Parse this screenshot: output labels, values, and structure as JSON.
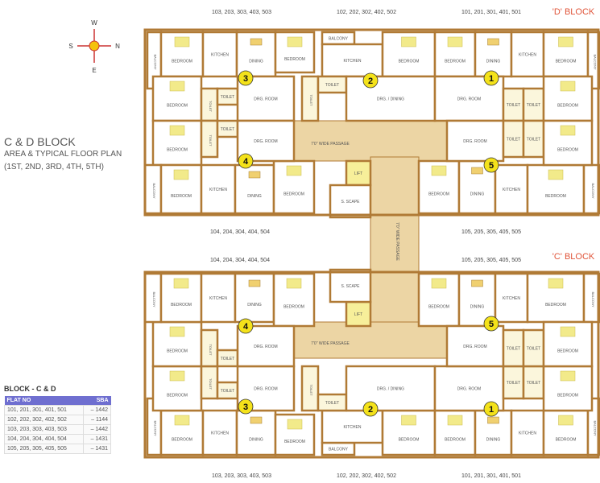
{
  "title": {
    "line1": "C & D BLOCK",
    "line2": "AREA & TYPICAL FLOOR PLAN",
    "line3": "(1ST, 2ND, 3RD, 4TH, 5TH)"
  },
  "compass": {
    "n": "N",
    "s": "S",
    "e": "E",
    "w": "W"
  },
  "blocks": {
    "d": "'D' BLOCK",
    "c": "'C' BLOCK"
  },
  "unit_labels": {
    "top_3": "103, 203, 303, 403, 503",
    "top_2": "102, 202, 302, 402, 502",
    "top_1": "101, 201, 301, 401, 501",
    "mid_4d": "104, 204, 304, 404, 504",
    "mid_5d": "105, 205, 305, 405, 505",
    "mid_4c": "104, 204, 304, 404, 504",
    "mid_5c": "105, 205, 305, 405, 505",
    "bot_3": "103, 203, 303, 403, 503",
    "bot_2": "102, 202, 302, 402, 502",
    "bot_1": "101, 201, 301, 401, 501"
  },
  "flat_numbers": [
    "1",
    "2",
    "3",
    "4",
    "5"
  ],
  "labels": {
    "bedroom": "BEDROOM",
    "kitchen": "KITCHEN",
    "dining": "DINING",
    "drg_room": "DRG. ROOM",
    "drg_dining": "DRG. / DINING",
    "toilet": "TOILET",
    "balcony": "BALCONY",
    "lift": "LIFT",
    "stair": "S. SCAPE",
    "passage": "7'0\" WIDE PASSAGE"
  },
  "area_table": {
    "heading": "BLOCK - C & D",
    "columns": [
      "FLAT NO",
      "SBA"
    ],
    "rows": [
      {
        "flats": "101, 201, 301, 401, 501",
        "sba": "– 1442"
      },
      {
        "flats": "102, 202, 302, 402, 502",
        "sba": "– 1144"
      },
      {
        "flats": "103, 203, 303, 403, 503",
        "sba": "– 1442"
      },
      {
        "flats": "104, 204, 304, 404, 504",
        "sba": "– 1431"
      },
      {
        "flats": "105, 205, 305, 405, 505",
        "sba": "– 1431"
      }
    ]
  },
  "colors": {
    "wall": "#b07a35",
    "passage": "#ecd5a4",
    "flat_badge": "#f4e21a",
    "block_title": "#e0553a",
    "table_header": "#6f6fd0"
  }
}
